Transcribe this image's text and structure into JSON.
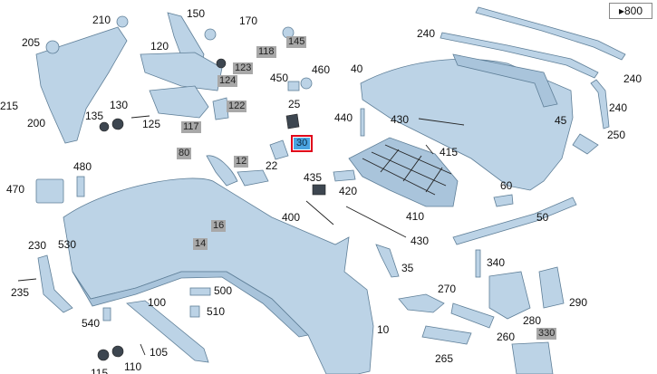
{
  "nav": {
    "next_page_label": "▸800"
  },
  "highlight_color": "#e0001a",
  "part_color": "#bcd3e6",
  "labels": {
    "p210": "210",
    "p150": "150",
    "p170": "170",
    "p205": "205",
    "p145": "145",
    "p120": "120",
    "p118": "118",
    "p123": "123",
    "p240a": "240",
    "p215": "215",
    "p450": "450",
    "p460": "460",
    "p40": "40",
    "p124": "124",
    "p200": "200",
    "p130": "130",
    "p135": "135",
    "p125": "125",
    "p122": "122",
    "p25": "25",
    "p240b": "240",
    "p117": "117",
    "p440": "440",
    "p430a": "430",
    "p45": "45",
    "p240c": "240",
    "p80": "80",
    "p30": "30",
    "p250": "250",
    "p415": "415",
    "p480": "480",
    "p12": "12",
    "p22": "22",
    "p435": "435",
    "p470": "470",
    "p420": "420",
    "p60": "60",
    "p400": "400",
    "p410": "410",
    "p50": "50",
    "p16": "16",
    "p430b": "430",
    "p14": "14",
    "p230": "230",
    "p530": "530",
    "p35": "35",
    "p340": "340",
    "p235": "235",
    "p500": "500",
    "p270": "270",
    "p290": "290",
    "p100": "100",
    "p510": "510",
    "p540": "540",
    "p10": "10",
    "p280": "280",
    "p260": "260",
    "p330": "330",
    "p105": "105",
    "p265": "265",
    "p115": "115",
    "p110": "110"
  }
}
